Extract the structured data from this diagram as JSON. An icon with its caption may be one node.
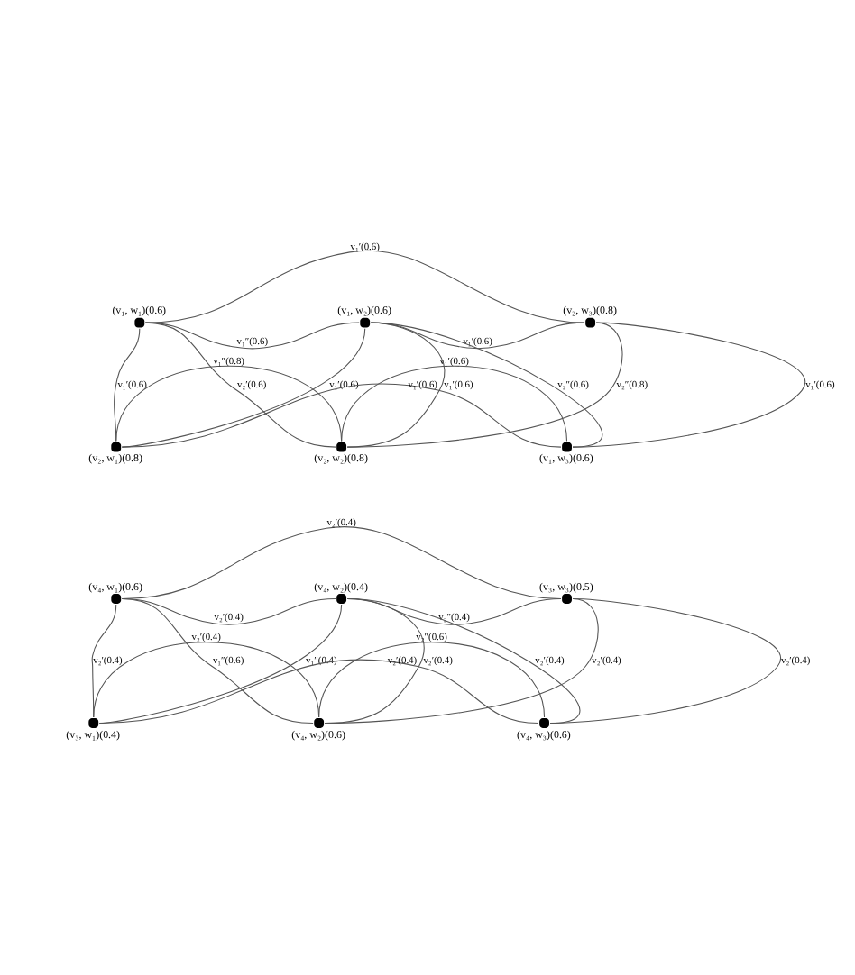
{
  "diagram": {
    "nodes": [
      {
        "text": [
          "(v₁, w₁)(0.6)"
        ]
      },
      {
        "text": [
          "(v₁, w₂)(0.6)"
        ]
      },
      {
        "text": [
          "(v₂, w₃)(0.8)"
        ]
      },
      {
        "text": [
          "(v₂, w₁)(0.8)"
        ]
      },
      {
        "text": [
          "(v₂, w₂)(0.8)"
        ]
      },
      {
        "text": [
          "(v₁, w₃)(0.6)"
        ]
      },
      {
        "text": [
          "(v₄, w₁)(0.6)"
        ]
      },
      {
        "text": [
          "(v₄, w₂)(0.4)"
        ]
      },
      {
        "text": [
          "(v₃, w₃)(0.5)"
        ]
      },
      {
        "text": [
          "(v₃, w₁)(0.4)"
        ]
      },
      {
        "text": [
          "(v₄, w₂)(0.6)"
        ]
      },
      {
        "text": [
          "(v₄, w₃)(0.6)"
        ]
      }
    ],
    "edges": [
      {
        "from": 0,
        "to": 1,
        "arrow": "none",
        "label": "v₁″(0.6)"
      },
      {
        "from": 0,
        "to": 3,
        "arrow": "none",
        "label": "v₁′(0.6)"
      },
      {
        "from": 0,
        "to": 4,
        "arrow": "none",
        "label": "v₂′(0.6)"
      },
      {
        "from": 0,
        "to": 2,
        "arrow": "none",
        "label": "v₁′(0.6)"
      },
      {
        "from": 3,
        "to": 1,
        "arrow": "none",
        "label": "v₁′(0.6)"
      },
      {
        "from": 3,
        "to": 4,
        "arrow": "none",
        "label": "v₁″(0.8)"
      },
      {
        "from": 3,
        "to": 5,
        "arrow": "none",
        "label": "v₁′(0.6)"
      },
      {
        "from": 1,
        "to": 4,
        "arrow": "none",
        "label": "v₁′(0.6)"
      },
      {
        "from": 1,
        "to": 2,
        "arrow": "none",
        "label": "v₁′(0.6)"
      },
      {
        "from": 1,
        "to": 5,
        "arrow": "none",
        "label": "v₂″(0.6)"
      },
      {
        "from": 4,
        "to": 2,
        "arrow": "none",
        "label": "v₂″(0.8)"
      },
      {
        "from": 4,
        "to": 5,
        "arrow": "none",
        "label": "v₁′(0.6)"
      },
      {
        "from": 2,
        "to": 5,
        "arrow": "none",
        "label": "v₁′(0.6)"
      },
      {
        "from": 6,
        "to": 7,
        "arrow": "none",
        "label": "v₂′(0.4)"
      },
      {
        "from": 6,
        "to": 9,
        "arrow": "none",
        "label": "v₂′(0.4)"
      },
      {
        "from": 6,
        "to": 10,
        "arrow": "none",
        "label": "v₁″(0.6)"
      },
      {
        "from": 6,
        "to": 8,
        "arrow": "none",
        "label": "v₂′(0.4)"
      },
      {
        "from": 9,
        "to": 7,
        "arrow": "none",
        "label": "v₁″(0.4)"
      },
      {
        "from": 9,
        "to": 11,
        "arrow": "none",
        "label": "v₂′(0.4)"
      },
      {
        "from": 9,
        "to": 10,
        "arrow": "none",
        "label": "v₂′(0.4)"
      },
      {
        "from": 7,
        "to": 10,
        "arrow": "none",
        "label": "v₂′(0.4)"
      },
      {
        "from": 7,
        "to": 8,
        "arrow": "none",
        "label": "v₂″(0.4)"
      },
      {
        "from": 7,
        "to": 11,
        "arrow": "none",
        "label": "v₂′(0.4)"
      },
      {
        "from": 10,
        "to": 8,
        "arrow": "none",
        "label": "v₂′(0.4)"
      },
      {
        "from": 10,
        "to": 11,
        "arrow": "none",
        "label": "v₂″(0.6)"
      },
      {
        "from": 8,
        "to": 11,
        "arrow": "none",
        "label": "v₂′(0.4)"
      }
    ]
  }
}
